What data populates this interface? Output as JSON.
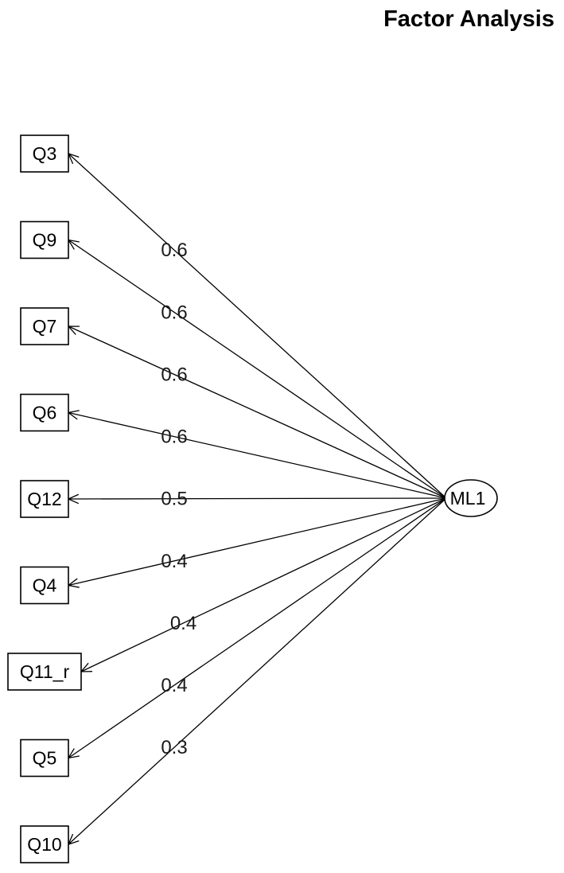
{
  "title": "Factor Analysis",
  "factor": {
    "name": "ML1"
  },
  "loadings": [
    {
      "variable": "Q3",
      "loading": "0.6"
    },
    {
      "variable": "Q9",
      "loading": "0.6"
    },
    {
      "variable": "Q7",
      "loading": "0.6"
    },
    {
      "variable": "Q6",
      "loading": "0.6"
    },
    {
      "variable": "Q12",
      "loading": "0.5"
    },
    {
      "variable": "Q4",
      "loading": "0.4"
    },
    {
      "variable": "Q11_r",
      "loading": "0.4"
    },
    {
      "variable": "Q5",
      "loading": "0.4"
    },
    {
      "variable": "Q10",
      "loading": "0.3"
    }
  ]
}
